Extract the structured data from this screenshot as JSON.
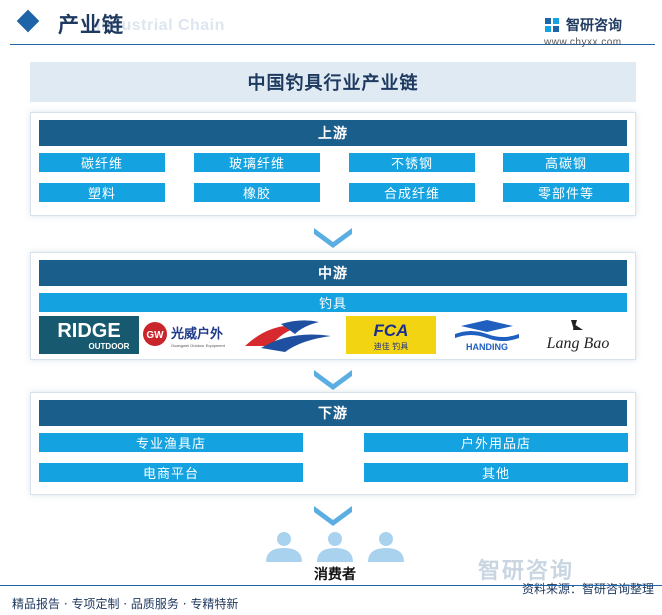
{
  "header": {
    "title": "产业链",
    "ghost": "Industrial Chain",
    "brand_name": "智研咨询",
    "brand_url": "www.chyxx.com"
  },
  "main_title": "中国钓具行业产业链",
  "upstream": {
    "label": "上游",
    "items": [
      "碳纤维",
      "玻璃纤维",
      "不锈钢",
      "高碳钢",
      "塑料",
      "橡胶",
      "合成纤维",
      "零部件等"
    ]
  },
  "midstream": {
    "label": "中游",
    "product": "钓具",
    "logos": {
      "ridge_main": "RIDGE",
      "ridge_sub": "OUTDOOR",
      "gw_badge": "GW",
      "gw_name": "光威户外",
      "gw_sub": "Guangwei Outdoor Equipment",
      "fca_mark": "FCA",
      "fca_sub": "迪佳 钓具",
      "handing": "HANDING",
      "langbao": "Lang Bao"
    }
  },
  "downstream": {
    "label": "下游",
    "items": [
      "专业渔具店",
      "户外用品店",
      "电商平台",
      "其他"
    ]
  },
  "consumer": "消费者",
  "footer": {
    "left": "精品报告 · 专项定制 · 品质服务 · 专精特新",
    "right": "资料来源：智研咨询整理",
    "watermark": "智研咨询"
  },
  "colors": {
    "section_head": "#1a5e8c",
    "item_box": "#14a3e0",
    "title_bg": "#dfeaf3",
    "arrow": "#5aaee2",
    "accent": "#1f63a8"
  }
}
